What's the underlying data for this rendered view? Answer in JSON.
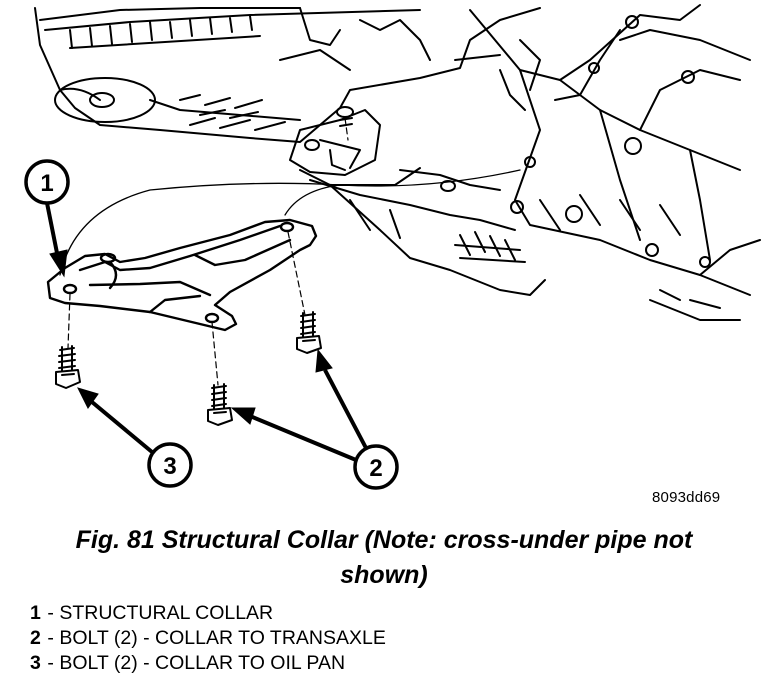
{
  "figure": {
    "callouts": [
      {
        "number": "1"
      },
      {
        "number": "2"
      },
      {
        "number": "3"
      }
    ],
    "code": "8093dd69"
  },
  "caption": {
    "line1": "Fig. 81 Structural Collar (Note: cross-under pipe not",
    "line2": "shown)"
  },
  "legend": [
    {
      "number": "1",
      "text": " - STRUCTURAL COLLAR"
    },
    {
      "number": "2",
      "text": " - BOLT (2) - COLLAR TO TRANSAXLE"
    },
    {
      "number": "3",
      "text": " - BOLT (2) - COLLAR TO OIL PAN"
    }
  ]
}
